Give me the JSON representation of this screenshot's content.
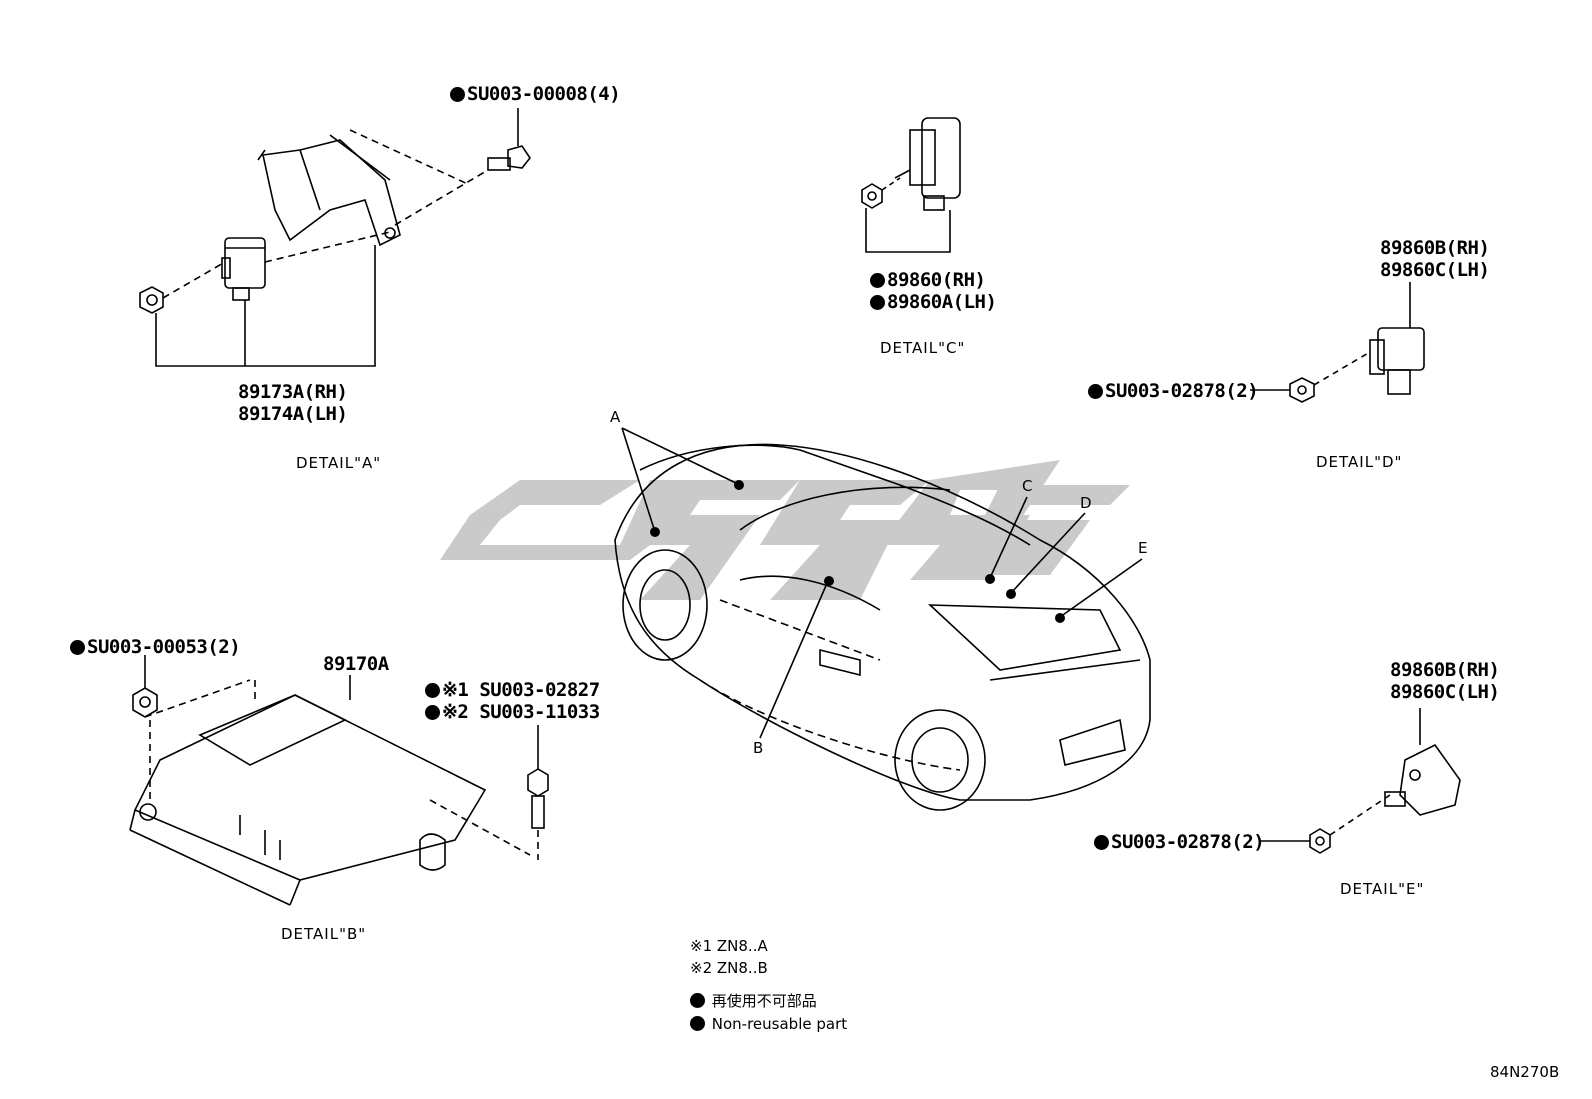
{
  "detail_a": {
    "fastener": "SU003-00008(4)",
    "parts": [
      "89173A(RH)",
      "89174A(LH)"
    ],
    "caption": "DETAIL\"A\""
  },
  "detail_b": {
    "fastener": "SU003-00053(2)",
    "part": "89170A",
    "bolts": [
      {
        "mark": "※1",
        "code": "SU003-02827"
      },
      {
        "mark": "※2",
        "code": "SU003-11033"
      }
    ],
    "caption": "DETAIL\"B\""
  },
  "detail_c": {
    "parts": [
      "89860(RH)",
      "89860A(LH)"
    ],
    "caption": "DETAIL\"C\""
  },
  "detail_d": {
    "parts": [
      "89860B(RH)",
      "89860C(LH)"
    ],
    "fastener": "SU003-02878(2)",
    "caption": "DETAIL\"D\""
  },
  "detail_e": {
    "parts": [
      "89860B(RH)",
      "89860C(LH)"
    ],
    "fastener": "SU003-02878(2)",
    "caption": "DETAIL\"E\""
  },
  "car_callouts": [
    "A",
    "B",
    "C",
    "D",
    "E"
  ],
  "legend": {
    "note1": "※1 ZN8..A",
    "note2": "※2 ZN8..B",
    "non_reusable_jp": "再使用不可部品",
    "non_reusable_en": "Non-reusable part"
  },
  "diagram_code": "84N270B",
  "colors": {
    "line": "#000000",
    "watermark": "#c8c8c8",
    "background": "#ffffff"
  }
}
